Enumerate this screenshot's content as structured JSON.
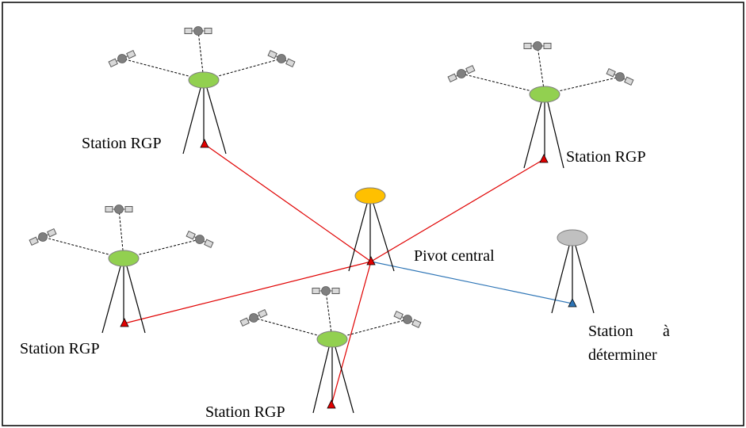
{
  "labels": {
    "rgp": "Station RGP",
    "pivot": "Pivot central",
    "target_line1": "Station",
    "target_line1_word2": "à",
    "target_line2": "déterminer"
  },
  "colors": {
    "rgp_receiver": "#92d050",
    "pivot_receiver": "#ffc000",
    "target_receiver": "#c0c0c0",
    "rgp_link": "#e00000",
    "target_link": "#2e75b6",
    "station_marker": "#e00000",
    "target_marker": "#2e75b6",
    "satellite": "#7f7f7f"
  },
  "icons": {
    "satellite": "satellite-icon",
    "tripod": "tripod-icon",
    "station_marker": "triangle-marker-icon"
  }
}
